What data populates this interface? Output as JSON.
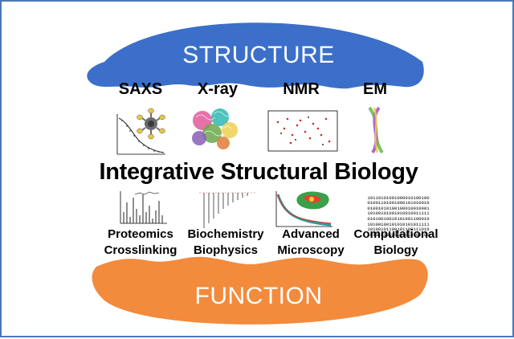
{
  "top_banner": {
    "label": "STRUCTURE",
    "color": "#3b6fc9"
  },
  "bottom_banner": {
    "label": "FUNCTION",
    "color": "#f28b3c"
  },
  "techniques": [
    {
      "label": "SAXS"
    },
    {
      "label": "X-ray"
    },
    {
      "label": "NMR"
    },
    {
      "label": "EM"
    }
  ],
  "title": "Integrative Structural Biology",
  "methods": [
    {
      "line1": "Proteomics",
      "line2": "Crosslinking"
    },
    {
      "line1": "Biochemistry",
      "line2": "Biophysics"
    },
    {
      "line1": "Advanced",
      "line2": "Microscopy"
    },
    {
      "line1": "Computational",
      "line2": "Biology"
    }
  ],
  "binary_lines": [
    "10110101001000010100100",
    "01001101001000101010010",
    "01001010100100010010001",
    "10100101001010010011111",
    "01010010010101001100010",
    "10100100101010101011111",
    "10100101100101100111010",
    "10101010001011010100100"
  ],
  "border_color": "#4a78b7"
}
